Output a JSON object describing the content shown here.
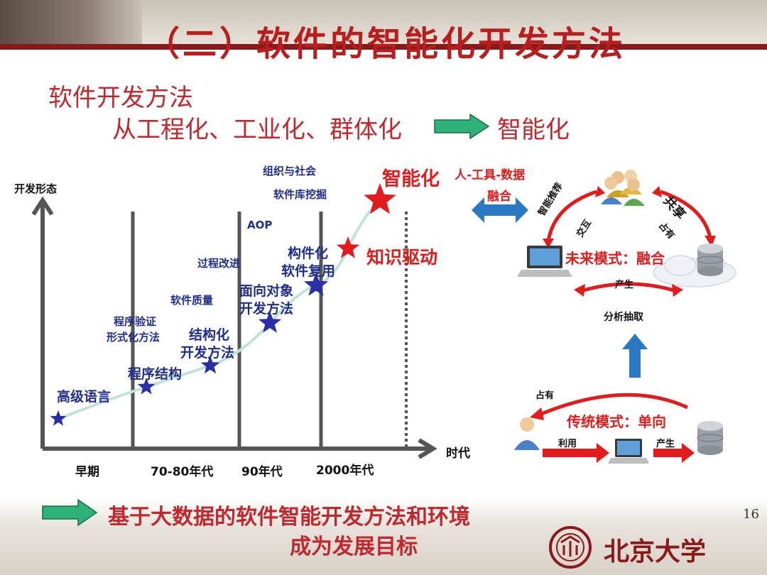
{
  "slide": {
    "title": "（二）软件的智能化开发方法",
    "subtitle_line1": "软件开发方法",
    "subtitle_line2": "从工程化、工业化、群体化",
    "subtitle_target": "智能化",
    "page_number": "16",
    "bottom_line1": "基于大数据的软件智能开发方法和环境",
    "bottom_line2": "成为发展目标",
    "logo_text": "北京大学"
  },
  "evolution_chart": {
    "y_axis_label": "开发形态",
    "x_axis_label": "时代",
    "eras": [
      "早期",
      "70-80年代",
      "90年代",
      "2000年代"
    ],
    "milestones": [
      {
        "label": "高级语言"
      },
      {
        "label": "程序结构"
      },
      {
        "label_line1": "结构化",
        "label_line2": "开发方法"
      },
      {
        "label_line1": "面向对象",
        "label_line2": "开发方法"
      },
      {
        "label_line1": "构件化",
        "label_line2": "软件复用"
      },
      {
        "label": "知识驱动"
      },
      {
        "label": "智能化"
      }
    ],
    "annotations": {
      "formal_line1": "程序验证",
      "formal_line2": "形式化方法",
      "quality": "软件质量",
      "process": "过程改进",
      "aop": "AOP",
      "social": "组织与社会",
      "mining": "软件库挖掘"
    }
  },
  "fusion": {
    "label_line1": "人-工具-数据",
    "label_line2": "融合"
  },
  "future_mode": {
    "title": "未来模式：融合",
    "recommend": "智能推荐",
    "interact": "交互",
    "share": "共享",
    "occupy": "占有",
    "produce": "产生",
    "analyze": "分析抽取"
  },
  "traditional_mode": {
    "title": "传统模式：单向",
    "occupy": "占有",
    "use": "利用",
    "produce": "产生"
  },
  "colors": {
    "title_red": "#b81e1e",
    "label_blue": "#1f2d8c",
    "highlight_red": "#e11c1c",
    "star_blue": "#2a2fa6",
    "star_red": "#e11c1c",
    "green_arrow": "#2db37a",
    "axis_gray": "#555555"
  },
  "icons": [
    "people-group-icon",
    "laptop-icon",
    "database-icon",
    "cloud-icon",
    "person-icon"
  ]
}
